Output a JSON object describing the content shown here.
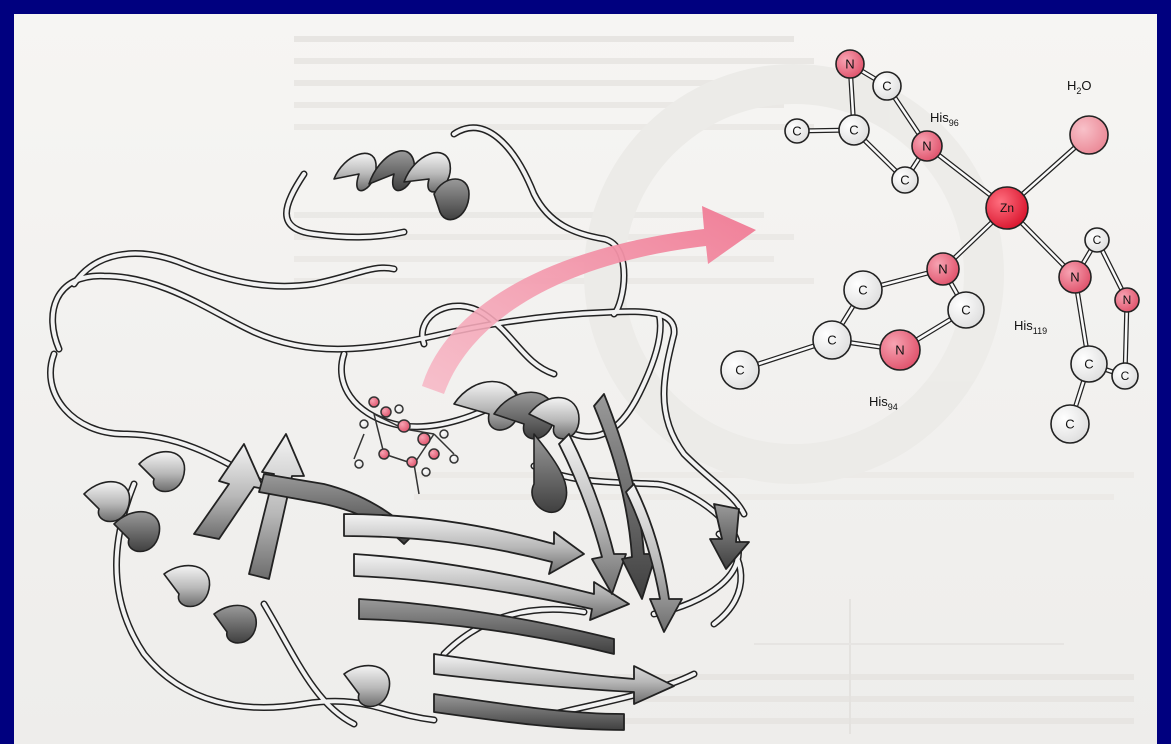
{
  "figure": {
    "background_color": "#000080",
    "colors": {
      "nitrogen": "#e4566f",
      "zinc": "#e0152d",
      "water_oxygen": "#ef8f9b",
      "carbon": "#f4f4f4",
      "arrow": "#f28ba1",
      "ribbon": "#bdbdbd"
    }
  },
  "structure": {
    "atoms": {
      "n_his96_top": "N",
      "c_his96_top": "C",
      "c_his96_left": "C",
      "c_his96_ring": "C",
      "n_his96": "N",
      "c_his96_bottom": "C",
      "zn": "Zn",
      "n_his94_upper": "N",
      "c_his94_top": "C",
      "c_his94_right": "C",
      "c_his94_mid": "C",
      "n_his94_lower": "N",
      "c_his94_left": "C",
      "n_his119": "N",
      "c_his119_top": "C",
      "n_his119_right": "N",
      "c_his119_ring": "C",
      "c_his119_side": "C",
      "c_his119_bottom": "C"
    },
    "water_base": "H",
    "water_sub": "2",
    "water_tail": "O",
    "residues": {
      "his96_base": "His",
      "his96_sub": "96",
      "his94_base": "His",
      "his94_sub": "94",
      "his119_base": "His",
      "his119_sub": "119"
    }
  }
}
